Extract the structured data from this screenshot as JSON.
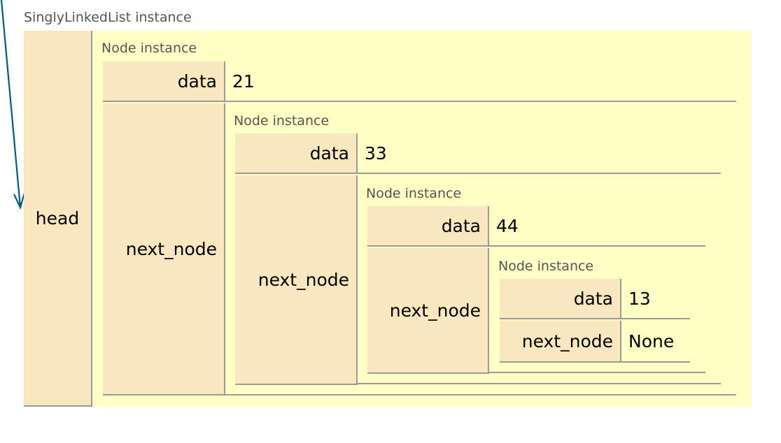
{
  "list": {
    "title": "SinglyLinkedList instance",
    "head_label": "head"
  },
  "nodes": [
    {
      "title": "Node instance",
      "data_label": "data",
      "data_value": "21",
      "next_label": "next_node"
    },
    {
      "title": "Node instance",
      "data_label": "data",
      "data_value": "33",
      "next_label": "next_node"
    },
    {
      "title": "Node instance",
      "data_label": "data",
      "data_value": "44",
      "next_label": "next_node"
    },
    {
      "title": "Node instance",
      "data_label": "data",
      "data_value": "13",
      "next_label": "next_node",
      "next_value": "None"
    }
  ],
  "colors": {
    "instance_bg": "#ffffc6",
    "key_bg": "#f9e8bf",
    "border": "#9a9a9a",
    "arrow": "#005b80",
    "title_text": "#555555"
  }
}
